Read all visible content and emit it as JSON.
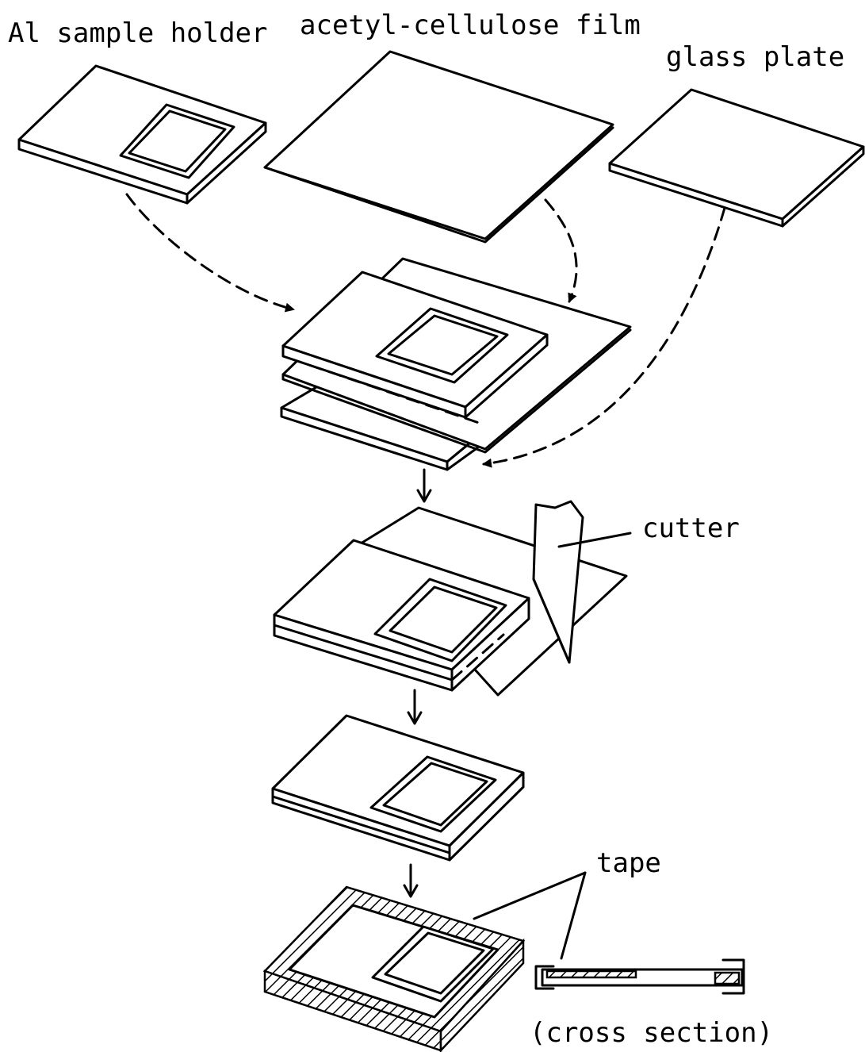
{
  "labels": {
    "sample_holder": "Al sample holder",
    "film": "acetyl-cellulose film",
    "glass_plate": "glass plate",
    "cutter": "cutter",
    "tape": "tape",
    "cross_section": "(cross section)"
  },
  "colors": {
    "ink": "#000000",
    "background": "#ffffff"
  }
}
